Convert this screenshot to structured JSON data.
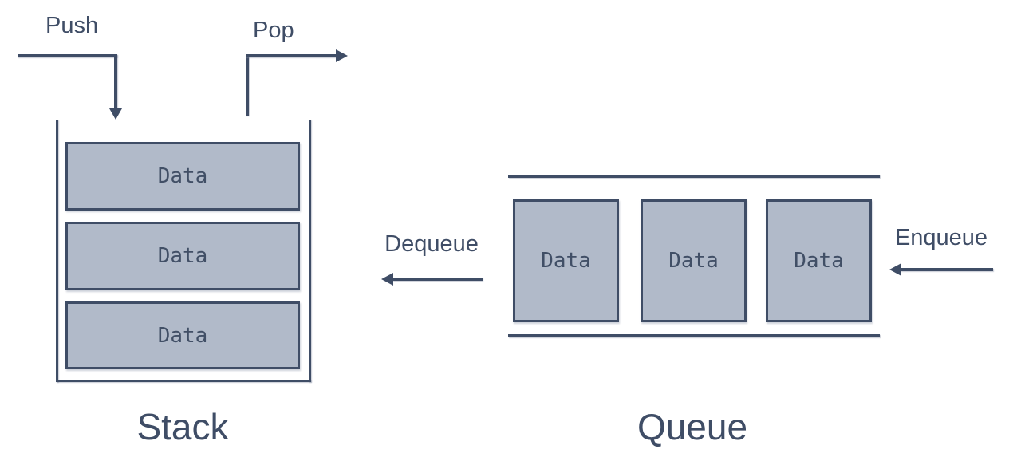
{
  "colors": {
    "line": "#3f4d66",
    "box_fill": "#b1bac9",
    "box_border": "#3f4d66",
    "text": "#3f4d66",
    "background": "#ffffff"
  },
  "stack": {
    "title": "Stack",
    "push_label": "Push",
    "pop_label": "Pop",
    "items": [
      {
        "label": "Data"
      },
      {
        "label": "Data"
      },
      {
        "label": "Data"
      }
    ]
  },
  "queue": {
    "title": "Queue",
    "dequeue_label": "Dequeue",
    "enqueue_label": "Enqueue",
    "items": [
      {
        "label": "Data"
      },
      {
        "label": "Data"
      },
      {
        "label": "Data"
      }
    ]
  }
}
